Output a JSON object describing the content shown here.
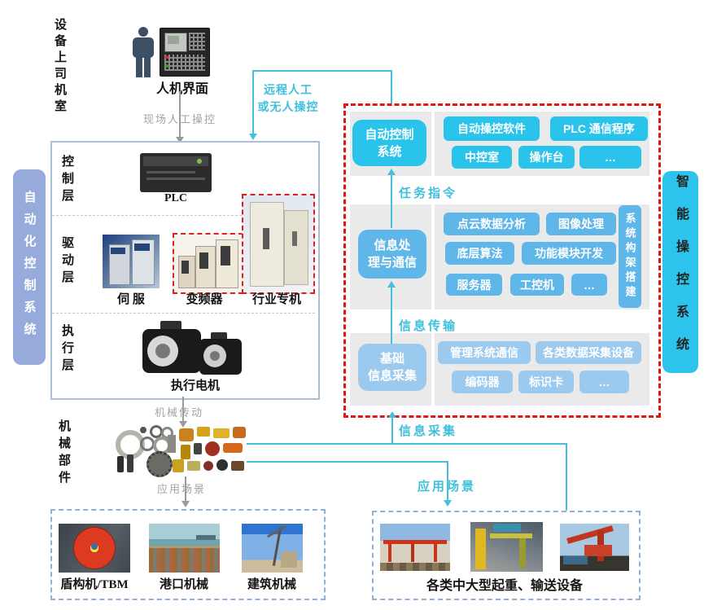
{
  "colors": {
    "cyan_block": "#29c3ec",
    "mid_blue_block": "#5fb6e8",
    "pale_blue_block": "#9ccaef",
    "periwinkle_block": "#96abdc",
    "red_dash": "#df1717",
    "blue_dash": "#8fb0dc",
    "cyan_line": "#45c0da",
    "gray_line": "#9a9a9a",
    "panel_gray": "#eaeaea"
  },
  "top_area": {
    "cab_room_label": "设备上司机室",
    "hmi_label": "人机界面",
    "onsite_control_label": "现场人工操控",
    "remote_line1": "远程人工",
    "remote_line2": "或无人操控"
  },
  "auto_system": {
    "side_label": "自动化控制系统",
    "control_layer": "控制层",
    "plc_label": "PLC",
    "drive_layer": "驱动层",
    "servo_label": "伺 服",
    "inverter_label": "变频器",
    "special_machine_label": "行业专机",
    "exec_layer": "执行层",
    "motor_label": "执行电机",
    "transmission_label": "机械传动",
    "mech_parts_label": "机械部件",
    "scenario_label": "应用场景"
  },
  "smart_system": {
    "side_label": "智能操控系统",
    "row1": {
      "main_l1": "自动控制",
      "main_l2": "系统",
      "b1": "自动操控软件",
      "b2": "PLC 通信程序",
      "b3": "中控室",
      "b4": "操作台",
      "b5": "…",
      "flow": "任务指令"
    },
    "row2": {
      "main_l1": "信息处",
      "main_l2": "理与通信",
      "b1": "点云数据分析",
      "b2": "图像处理",
      "b3": "底层算法",
      "b4": "功能模块开发",
      "b5": "服务器",
      "b6": "工控机",
      "b7": "…",
      "side_vertical": "系统构架搭建",
      "flow": "信息传输"
    },
    "row3": {
      "main_l1": "基础",
      "main_l2": "信息采集",
      "b1": "管理系统通信",
      "b2": "各类数据采集设备",
      "b3": "编码器",
      "b4": "标识卡",
      "b5": "…",
      "flow": "信息采集"
    },
    "scenario_label": "应用场景"
  },
  "bottom_left": {
    "captions": [
      "盾构机/TBM",
      "港口机械",
      "建筑机械"
    ]
  },
  "bottom_right": {
    "caption": "各类中大型起重、输送设备"
  }
}
